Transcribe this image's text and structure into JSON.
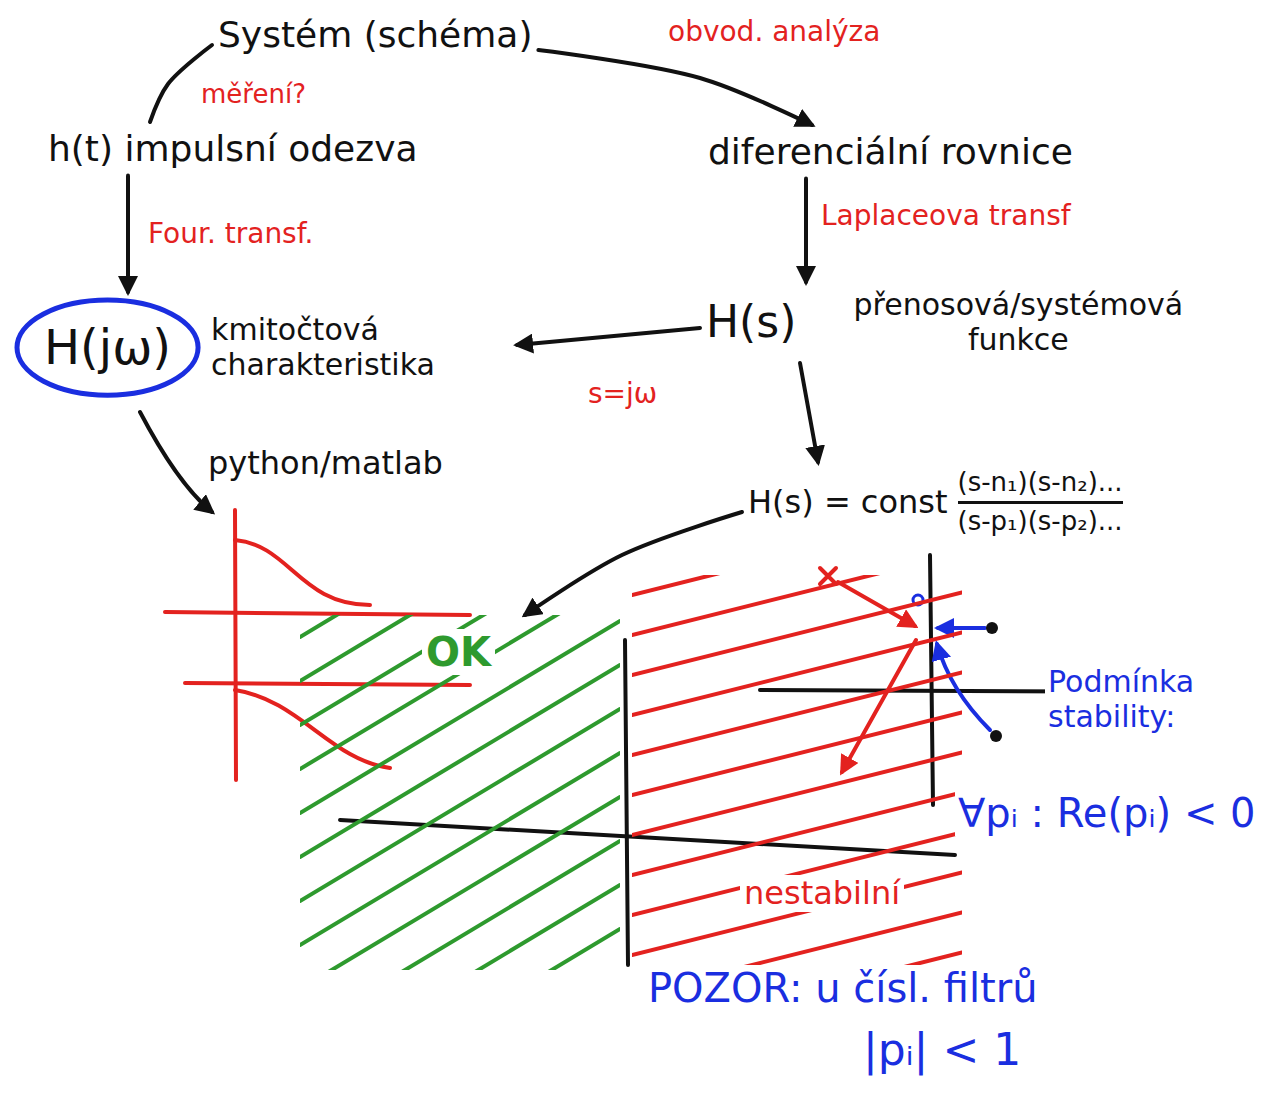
{
  "diagram": {
    "nodes": [
      {
        "text": [
          "Systém (schéma)"
        ]
      },
      {
        "text": [
          "h(t) impulsní odezva"
        ]
      },
      {
        "text": [
          "diferenciální rovnice"
        ]
      },
      {
        "text": [
          "H(jω)",
          "kmitočtová charakteristika"
        ]
      },
      {
        "text": [
          "H(s)",
          "přenosová/systémová funkce"
        ]
      },
      {
        "text": [
          "H(s) = const",
          "(s-n₁)(s-n₂)...",
          "(s-p₁)(s-p₂)..."
        ]
      },
      {
        "text": [
          "OK"
        ]
      },
      {
        "text": [
          "nestabilní"
        ]
      }
    ],
    "edges": [
      {
        "from": 0,
        "to": 2,
        "arrow": "to",
        "label": "obvod. analýza"
      },
      {
        "from": 0,
        "to": 1,
        "arrow": "none",
        "label": "měření?"
      },
      {
        "from": 1,
        "to": 3,
        "arrow": "to",
        "label": "Four. transf."
      },
      {
        "from": 2,
        "to": 4,
        "arrow": "to",
        "label": "Laplaceova transf"
      },
      {
        "from": 4,
        "to": 3,
        "arrow": "to",
        "label": "s=jω"
      },
      {
        "from": 4,
        "to": 5,
        "arrow": "to"
      },
      {
        "from": 5,
        "to": 6,
        "arrow": "to"
      }
    ],
    "labels": [
      "python/matlab",
      "Podmínka stability:",
      "∀pᵢ : Re(pᵢ) < 0",
      "POZOR: u čísl. filtrů",
      "|pᵢ| < 1"
    ]
  }
}
